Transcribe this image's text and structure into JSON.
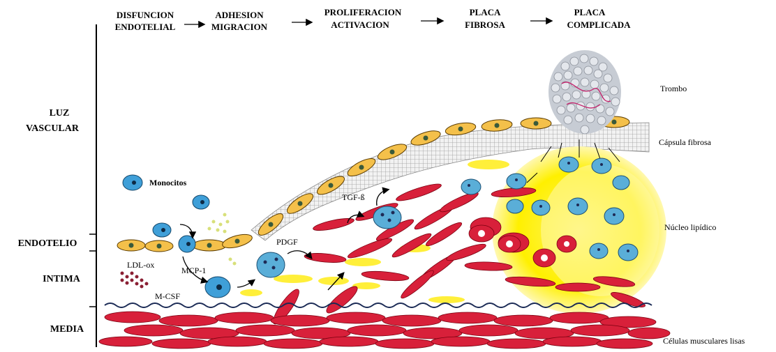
{
  "stages": [
    {
      "line1": "DISFUNCION",
      "line2": "ENDOTELIAL"
    },
    {
      "line1": "ADHESION",
      "line2": "MIGRACION"
    },
    {
      "line1": "PROLIFERACION",
      "line2": "ACTIVACION"
    },
    {
      "line1": "PLACA",
      "line2": "FIBROSA"
    },
    {
      "line1": "PLACA",
      "line2": "COMPLICADA"
    }
  ],
  "layers": {
    "luz_line1": "LUZ",
    "luz_line2": "VASCULAR",
    "endotelio": "ENDOTELIO",
    "intima": "INTIMA",
    "media": "MEDIA"
  },
  "labels": {
    "monocitos": "Monocitos",
    "ldl_ox": "LDL-ox",
    "mcp_1": "MCP-1",
    "m_csf": "M-CSF",
    "pdgf": "PDGF",
    "tgf_b": "TGF-ß"
  },
  "right_labels": {
    "trombo": "Trombo",
    "capsula_fibrosa": "Cápsula fibrosa",
    "nucleo_lipidico": "Núcleo lipídico",
    "celulas_musculares_lisas": "Células musculares lisas"
  },
  "colors": {
    "smooth_muscle": "#d8203a",
    "endothelium": "#f4c04a",
    "monocyte": "#3f9fd8",
    "lipid_core": "#fff000",
    "thrombus": "#c7ccd4"
  }
}
